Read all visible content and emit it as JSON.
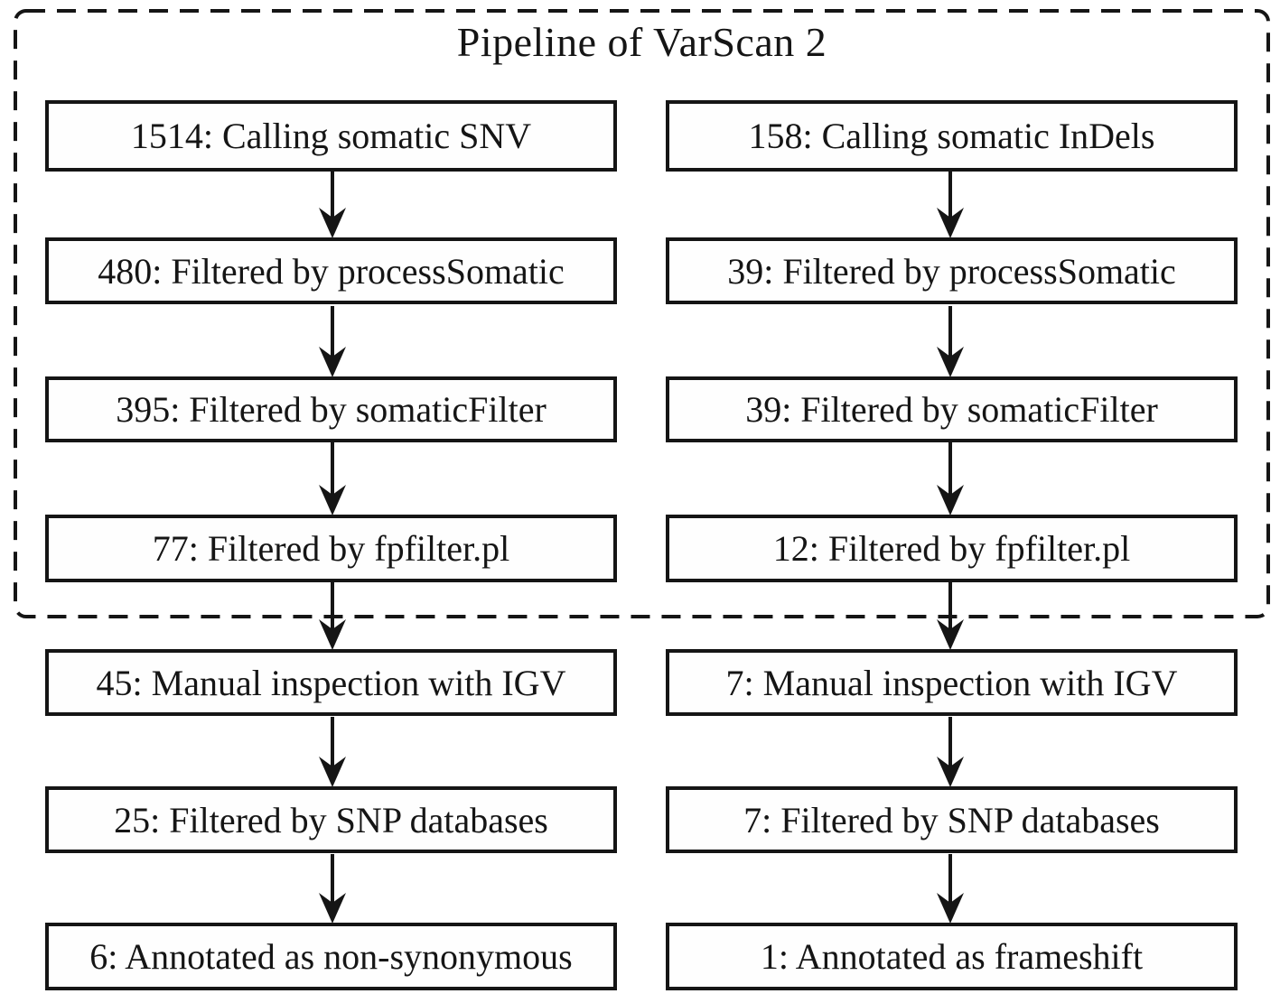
{
  "flowchart": {
    "title": "Pipeline of VarScan 2",
    "columns": [
      {
        "steps": [
          {
            "count": 1514,
            "label": "1514: Calling somatic SNV"
          },
          {
            "count": 480,
            "label": "480: Filtered by processSomatic"
          },
          {
            "count": 395,
            "label": "395: Filtered by somaticFilter"
          },
          {
            "count": 77,
            "label": "77: Filtered by fpfilter.pl"
          },
          {
            "count": 45,
            "label": "45: Manual inspection with IGV"
          },
          {
            "count": 25,
            "label": "25: Filtered by SNP databases"
          },
          {
            "count": 6,
            "label": "6: Annotated as non-synonymous"
          }
        ]
      },
      {
        "steps": [
          {
            "count": 158,
            "label": "158: Calling somatic InDels"
          },
          {
            "count": 39,
            "label": "39: Filtered by processSomatic"
          },
          {
            "count": 39,
            "label": "39: Filtered by somaticFilter"
          },
          {
            "count": 12,
            "label": "12: Filtered by fpfilter.pl"
          },
          {
            "count": 7,
            "label": "7: Manual inspection with IGV"
          },
          {
            "count": 7,
            "label": "7: Filtered by SNP databases"
          },
          {
            "count": 1,
            "label": "1: Annotated as frameshift"
          }
        ]
      }
    ],
    "colors": {
      "ink": "#151515",
      "background": "#ffffff",
      "box_fill": "#fefefe"
    }
  }
}
